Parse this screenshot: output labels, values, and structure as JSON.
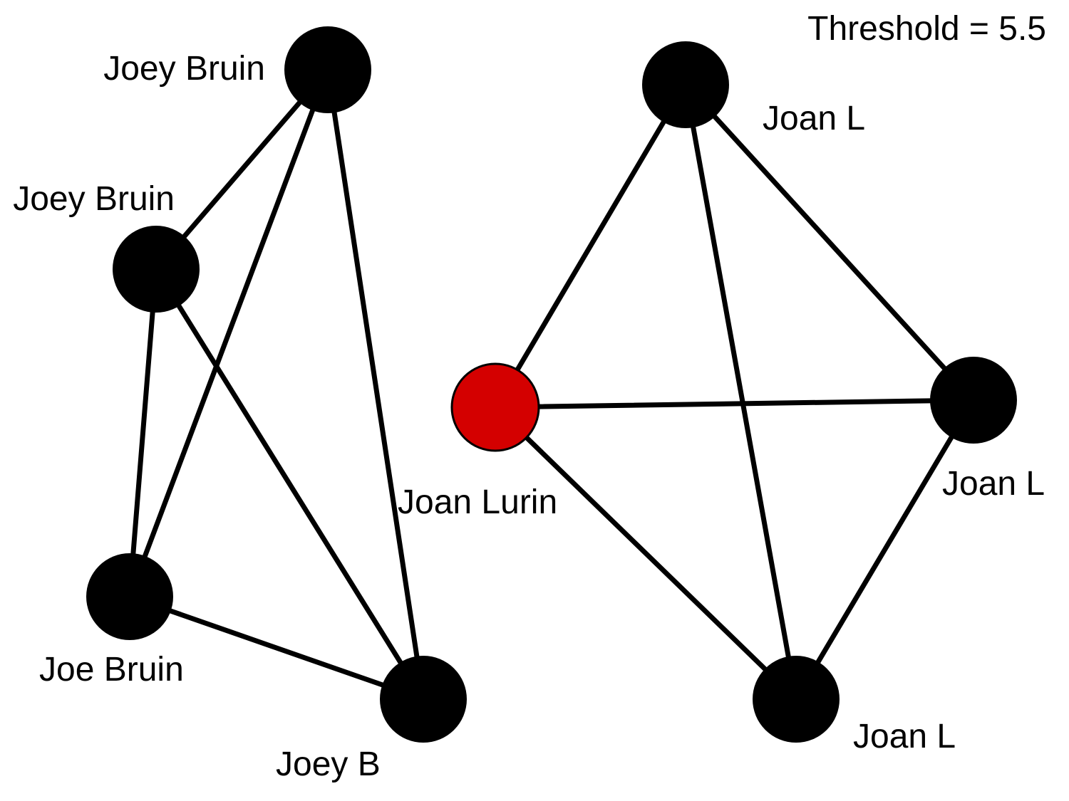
{
  "threshold_label": "Threshold = 5.5",
  "colors": {
    "node": "#000000",
    "highlight": "#d40000",
    "edge": "#000000"
  },
  "clusters": [
    {
      "id": "left",
      "nodes": [
        {
          "id": "L1",
          "label": "Joey Bruin"
        },
        {
          "id": "L2",
          "label": "Joey Bruin"
        },
        {
          "id": "L3",
          "label": "Joe Bruin"
        },
        {
          "id": "L4",
          "label": "Joey B"
        }
      ],
      "edges": [
        [
          "L1",
          "L2"
        ],
        [
          "L1",
          "L3"
        ],
        [
          "L1",
          "L4"
        ],
        [
          "L2",
          "L3"
        ],
        [
          "L2",
          "L4"
        ],
        [
          "L3",
          "L4"
        ]
      ]
    },
    {
      "id": "right",
      "nodes": [
        {
          "id": "R1",
          "label": "Joan L"
        },
        {
          "id": "R2",
          "label": "Joan Lurin",
          "highlighted": true
        },
        {
          "id": "R3",
          "label": "Joan L"
        },
        {
          "id": "R4",
          "label": "Joan L"
        }
      ],
      "edges": [
        [
          "R1",
          "R2"
        ],
        [
          "R1",
          "R3"
        ],
        [
          "R1",
          "R4"
        ],
        [
          "R2",
          "R3"
        ],
        [
          "R2",
          "R4"
        ],
        [
          "R3",
          "R4"
        ]
      ]
    }
  ]
}
